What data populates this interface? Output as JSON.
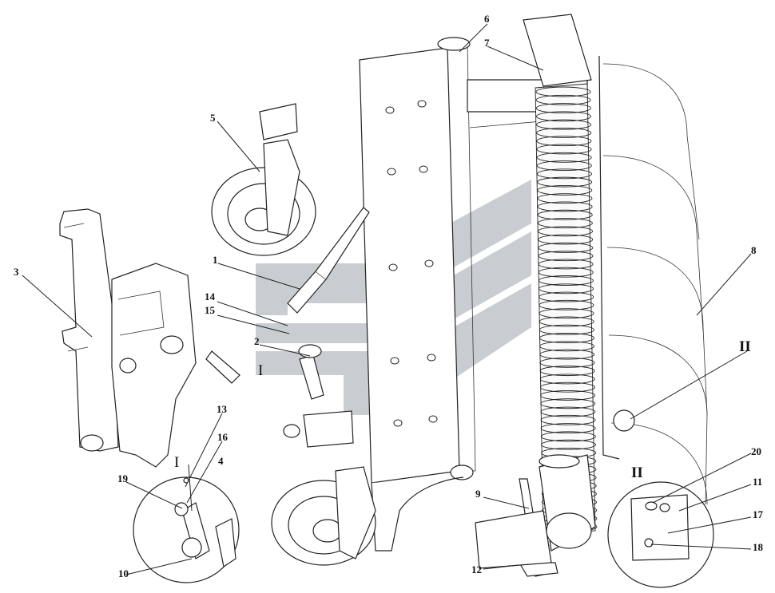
{
  "callouts": {
    "c1": "1",
    "c2": "2",
    "c3": "3",
    "c4": "4",
    "c5": "5",
    "c6": "6",
    "c7": "7",
    "c8": "8",
    "c9": "9",
    "c10": "10",
    "c11": "11",
    "c12": "12",
    "c13": "13",
    "c14": "14",
    "c15": "15",
    "c16": "16",
    "c17": "17",
    "c18": "18",
    "c19": "19",
    "c20": "20"
  },
  "detail_marks": {
    "detail_I_a": "I",
    "detail_I_b": "I",
    "detail_II_a": "II",
    "detail_II_b": "II"
  },
  "colors": {
    "line": "#222222",
    "watermark": "#c8ccd0",
    "background": "#ffffff"
  }
}
